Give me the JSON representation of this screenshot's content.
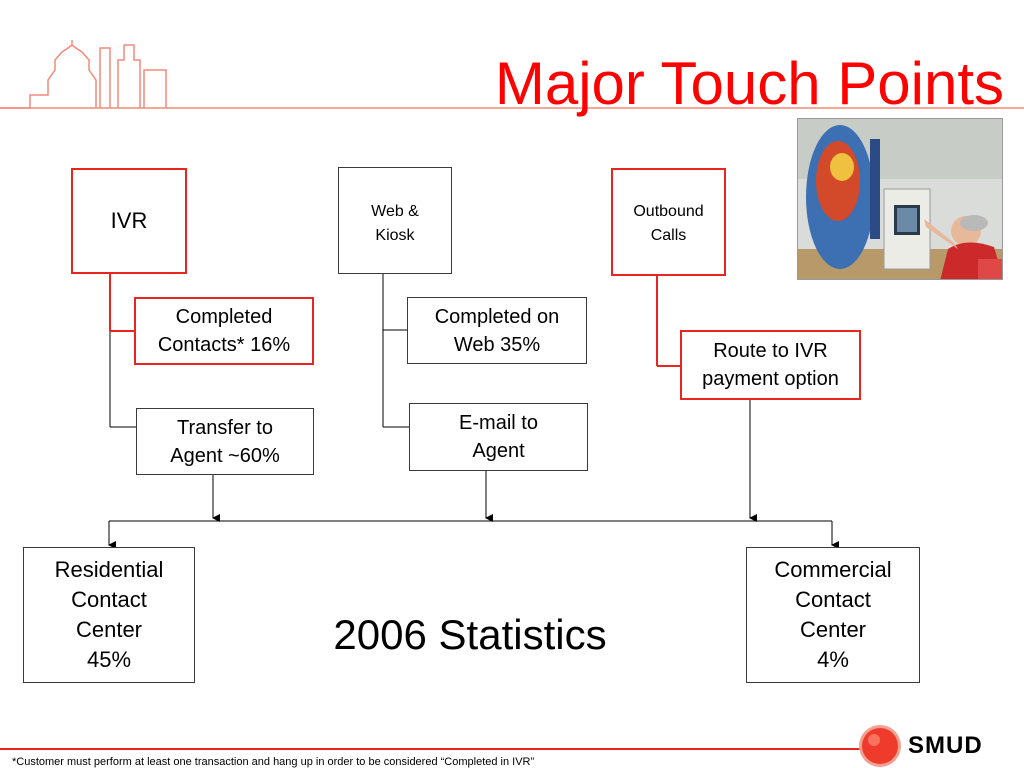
{
  "slide": {
    "title": "Major Touch Points",
    "stats_label": "2006 Statistics",
    "footnote": "*Customer must perform at least one transaction and hang up in order to be considered “Completed in IVR”",
    "accent_color": "#ff0000",
    "logo": {
      "text": "SMUD",
      "icon": "smud-sun-logo-icon"
    },
    "header_graphic": "capitol-building-outline-icon",
    "photo": "kiosk-customer-photo"
  },
  "channels": {
    "ivr": {
      "label": "IVR"
    },
    "web": {
      "label": "Web &\nKiosk"
    },
    "outbound": {
      "label": "Outbound\nCalls"
    }
  },
  "outcomes": {
    "ivr_completed": "Completed\nContacts* 16%",
    "ivr_transfer": "Transfer to\nAgent ~60%",
    "web_completed": "Completed on\nWeb 35%",
    "web_email": "E-mail to\nAgent",
    "outbound_route": "Route to IVR\npayment option"
  },
  "centers": {
    "residential": "Residential\nContact\nCenter\n45%",
    "commercial": "Commercial\nContact\nCenter\n4%"
  }
}
